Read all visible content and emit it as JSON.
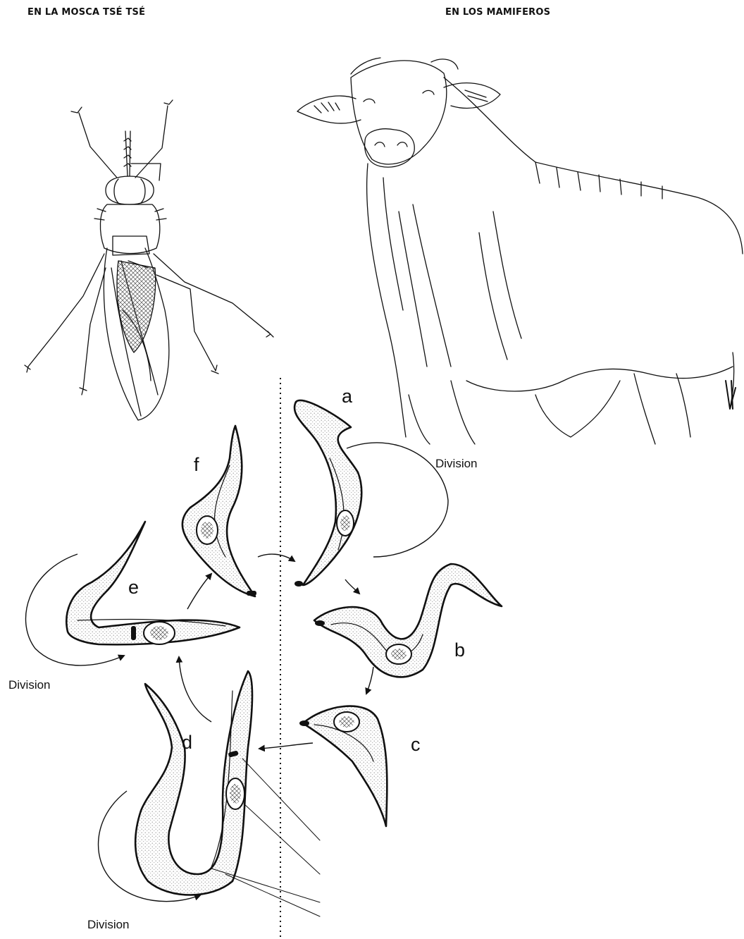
{
  "headings": {
    "fly": "EN LA MOSCA TSÉ TSÉ",
    "mammal": "EN LOS MAMIFEROS"
  },
  "stages": {
    "a": "a",
    "b": "b",
    "c": "c",
    "d": "d",
    "e": "e",
    "f": "f"
  },
  "division_labels": {
    "upper_right": "Division",
    "left": "Division",
    "bottom": "Division"
  },
  "colors": {
    "ink": "#111111",
    "stipple": "#bbbbbb",
    "background": "#ffffff"
  }
}
